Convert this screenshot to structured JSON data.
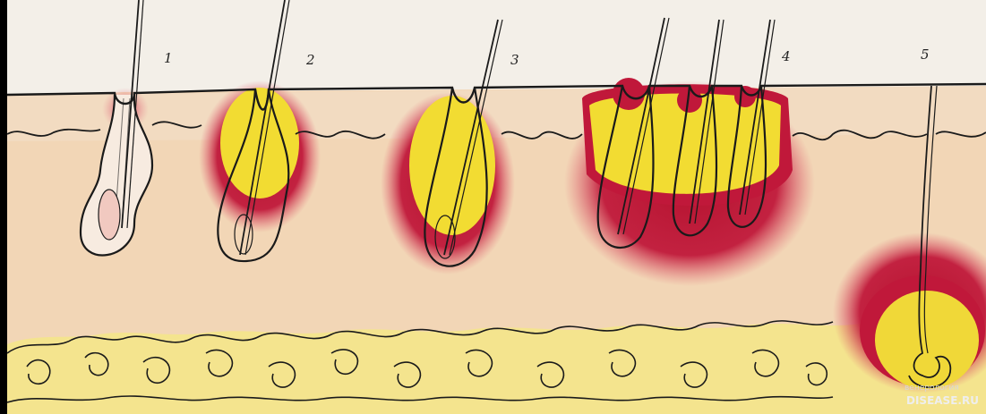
{
  "figure": {
    "stage_labels": [
      "1",
      "2",
      "3",
      "4",
      "5"
    ]
  },
  "watermark": {
    "top": "венерология",
    "main": "DISEASE.RU"
  },
  "colors": {
    "background": "#000000",
    "paper": "#f3efe8",
    "dermis": "#f2d5b3",
    "fat": "#f4e48e",
    "pus": "#f2dc32",
    "inflammation": "#b5122f",
    "outline": "#1a1a1a"
  }
}
